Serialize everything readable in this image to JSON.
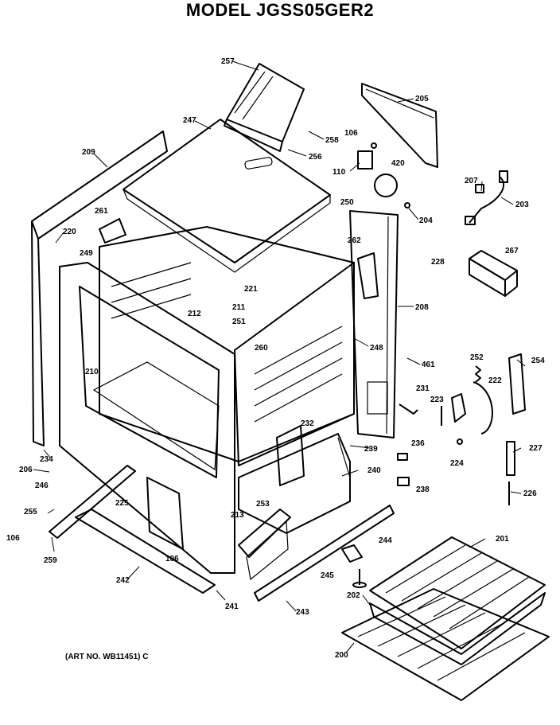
{
  "title": "MODEL JGSS05GER2",
  "art_no": "(ART NO. WB11451) C",
  "labels": {
    "l257": "257",
    "l247": "247",
    "l258": "258",
    "l256": "256",
    "l209": "209",
    "l205": "205",
    "l106a": "106",
    "l110": "110",
    "l420": "420",
    "l204": "204",
    "l207": "207",
    "l203": "203",
    "l261": "261",
    "l220": "220",
    "l249": "249",
    "l250": "250",
    "l262": "262",
    "l228": "228",
    "l267": "267",
    "l221": "221",
    "l211": "211",
    "l212": "212",
    "l251": "251",
    "l208": "208",
    "l260": "260",
    "l248": "248",
    "l461": "461",
    "l252": "252",
    "l254": "254",
    "l222": "222",
    "l210": "210",
    "l231": "231",
    "l223": "223",
    "l232": "232",
    "l239": "239",
    "l236": "236",
    "l224": "224",
    "l227": "227",
    "l234": "234",
    "l206": "206",
    "l246": "246",
    "l240": "240",
    "l238": "238",
    "l226": "226",
    "l225": "225",
    "l253": "253",
    "l255": "255",
    "l213": "213",
    "l106b": "106",
    "l259": "259",
    "l201": "201",
    "l244": "244",
    "l106c": "106",
    "l242": "242",
    "l245": "245",
    "l202": "202",
    "l241": "241",
    "l243": "243",
    "l200": "200"
  }
}
